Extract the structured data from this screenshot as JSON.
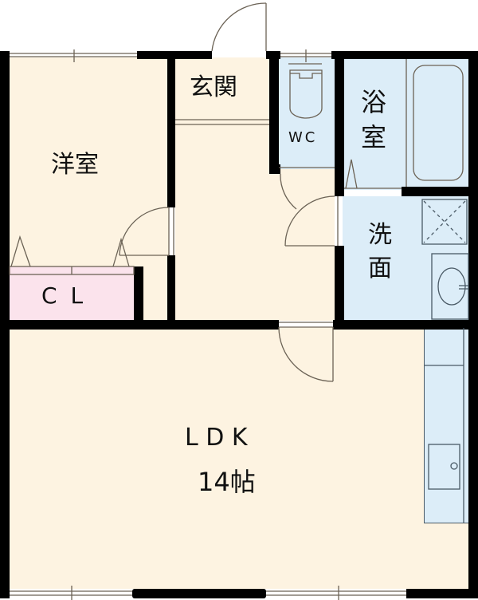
{
  "colors": {
    "room_beige": "#fdf3e1",
    "wet_blue": "#dcedf8",
    "closet_pink": "#fbe3ec",
    "wall": "#000000",
    "line": "#6b6255"
  },
  "rooms": {
    "western_room": {
      "label": "洋室"
    },
    "entrance": {
      "label": "玄関"
    },
    "toilet": {
      "label": "WC"
    },
    "bathroom": {
      "label_line1": "浴",
      "label_line2": "室"
    },
    "washroom": {
      "label_line1": "洗",
      "label_line2": "面"
    },
    "closet": {
      "label": "C L"
    },
    "ldk": {
      "label": "L D K",
      "size": "14帖"
    }
  }
}
